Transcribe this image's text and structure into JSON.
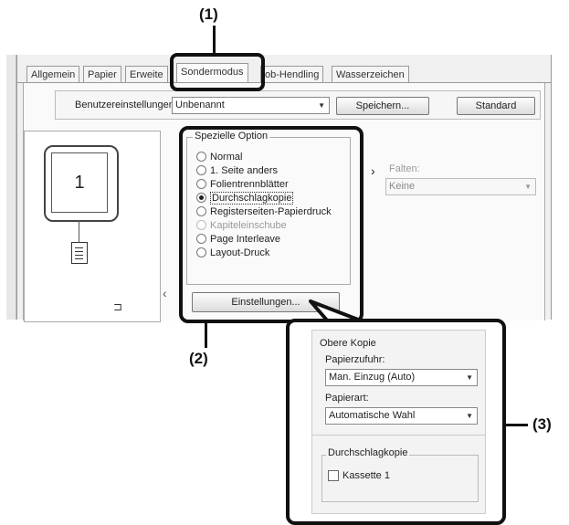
{
  "callouts": {
    "c1": "(1)",
    "c2": "(2)",
    "c3": "(3)"
  },
  "tabs": [
    "Allgemein",
    "Papier",
    "Erweite",
    "Sondermodus",
    "ob-Hendling",
    "Wasserzeichen"
  ],
  "settings_bar": {
    "label": "Benutzereinstellungen",
    "value": "Unbenannt",
    "save_button": "Speichern...",
    "standard_button": "Standard"
  },
  "preview": {
    "page_number": "1"
  },
  "special_option": {
    "group_title": "Spezielle Option",
    "options": [
      {
        "label": "Normal",
        "selected": false
      },
      {
        "label": "1. Seite anders",
        "selected": false
      },
      {
        "label": "Folientrennblätter",
        "selected": false
      },
      {
        "label": "Durchschlagkopie",
        "selected": true
      },
      {
        "label": "Registerseiten-Papierdruck",
        "selected": false
      },
      {
        "label": "Kapiteleinschube",
        "selected": false,
        "disabled": true
      },
      {
        "label": "Page Interleave",
        "selected": false
      },
      {
        "label": "Layout-Druck",
        "selected": false
      }
    ],
    "settings_button": "Einstellungen..."
  },
  "fold": {
    "label": "Falten:",
    "value": "Keine"
  },
  "popup": {
    "section_title": "Obere Kopie",
    "paper_source_label": "Papierzufuhr:",
    "paper_source_value": "Man. Einzug (Auto)",
    "paper_type_label": "Papierart:",
    "paper_type_value": "Automatische Wahl",
    "carbon_section_title": "Durchschlagkopie",
    "cassette_label": "Kassette 1"
  }
}
